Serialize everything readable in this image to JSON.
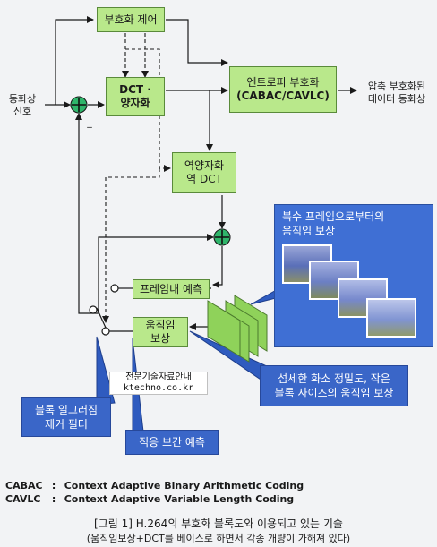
{
  "blocks": {
    "rate_control": "부호화 제어",
    "dct_quant_line1": "DCT ·",
    "dct_quant_line2": "양자화",
    "entropy_line1": "엔트로피 부호화",
    "entropy_line2": "(CABAC/CAVLC)",
    "inverse_line1": "역양자화",
    "inverse_line2": "역 DCT",
    "intra_pred": "프레임내 예측",
    "motion_comp_line1": "움직임",
    "motion_comp_line2": "보상"
  },
  "io": {
    "input_line1": "동화상",
    "input_line2": "신호",
    "output_line1": "압축 부호화된",
    "output_line2": "데이터 동화상"
  },
  "sum_signs": {
    "minus": "_"
  },
  "callouts": {
    "multi_frame_line1": "복수 프레임으로부터의",
    "multi_frame_line2": "움직임 보상",
    "fine_mc_line1": "섬세한 화소 정밀도, 작은",
    "fine_mc_line2": "블록 사이즈의 움직임 보상",
    "deblock_line1": "블록 일그러짐",
    "deblock_line2": "제거 필터",
    "adaptive_interp": "적응 보간 예측"
  },
  "watermark": {
    "line1": "전문기술자료안내",
    "line2": "ktechno.co.kr"
  },
  "abbreviations": [
    {
      "abbr": "CABAC",
      "sep": ":",
      "full": "Context Adaptive Binary Arithmetic Coding"
    },
    {
      "abbr": "CAVLC",
      "sep": ":",
      "full": "Context Adaptive Variable Length Coding"
    }
  ],
  "caption": {
    "line1": "[그림 1] H.264의 부호화 블록도와 이용되고 있는 기술",
    "line2": "(움직임보상+DCT를 베이스로 하면서 각종 개량이 가해져 있다)"
  }
}
